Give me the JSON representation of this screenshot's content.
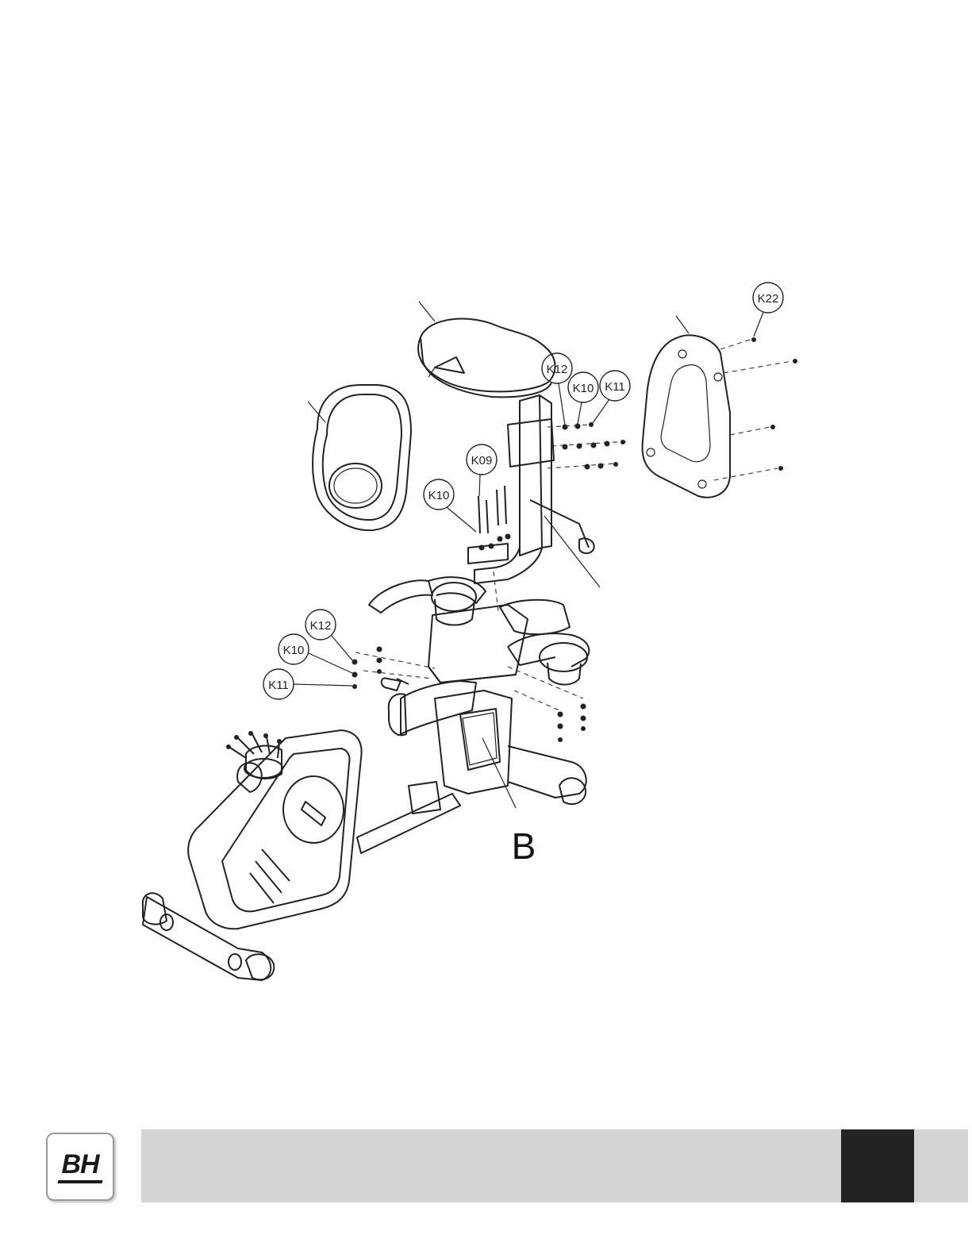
{
  "callouts": [
    {
      "id": "k22",
      "label": "K22"
    },
    {
      "id": "k12_top",
      "label": "K12"
    },
    {
      "id": "k10_top",
      "label": "K10"
    },
    {
      "id": "k11_top",
      "label": "K11"
    },
    {
      "id": "k09",
      "label": "K09"
    },
    {
      "id": "k10_mid",
      "label": "K10"
    },
    {
      "id": "k12_left",
      "label": "K12"
    },
    {
      "id": "k10_left",
      "label": "K10"
    },
    {
      "id": "k11_left",
      "label": "K11"
    }
  ],
  "detail_letter": "B",
  "footer": {
    "logo_text": "BH",
    "page_number": ""
  },
  "colors": {
    "footer_bar": "#d4d4d4",
    "footer_tab": "#232323",
    "line": "#222222"
  }
}
